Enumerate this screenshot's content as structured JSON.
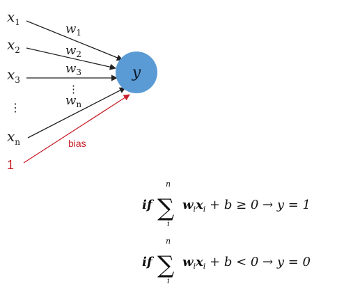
{
  "inputs": [
    {
      "base": "x",
      "sub": "1"
    },
    {
      "base": "x",
      "sub": "2"
    },
    {
      "base": "x",
      "sub": "3"
    },
    {
      "base": "⋮",
      "sub": ""
    },
    {
      "base": "x",
      "sub": "n"
    }
  ],
  "weights": [
    {
      "base": "w",
      "sub": "1"
    },
    {
      "base": "w",
      "sub": "2"
    },
    {
      "base": "w",
      "sub": "3"
    },
    {
      "base": "⋮",
      "sub": ""
    },
    {
      "base": "w",
      "sub": "n"
    }
  ],
  "bias": {
    "label": "bias",
    "input": "1"
  },
  "neuron": {
    "label": "y"
  },
  "equations": [
    {
      "prefix": "if",
      "sum_upper": "n",
      "sum_lower": "i",
      "w": "w",
      "w_sub": "i",
      "x": "x",
      "x_sub": "i",
      "rest": " + b ≥ 0 → y = 1"
    },
    {
      "prefix": "if",
      "sum_upper": "n",
      "sum_lower": "i",
      "w": "w",
      "w_sub": "i",
      "x": "x",
      "x_sub": "i",
      "rest": " + b < 0 → y = 0"
    }
  ],
  "colors": {
    "neuron_fill": "#5b9bd5",
    "arrow": "#222222",
    "bias": "#c8202a"
  }
}
